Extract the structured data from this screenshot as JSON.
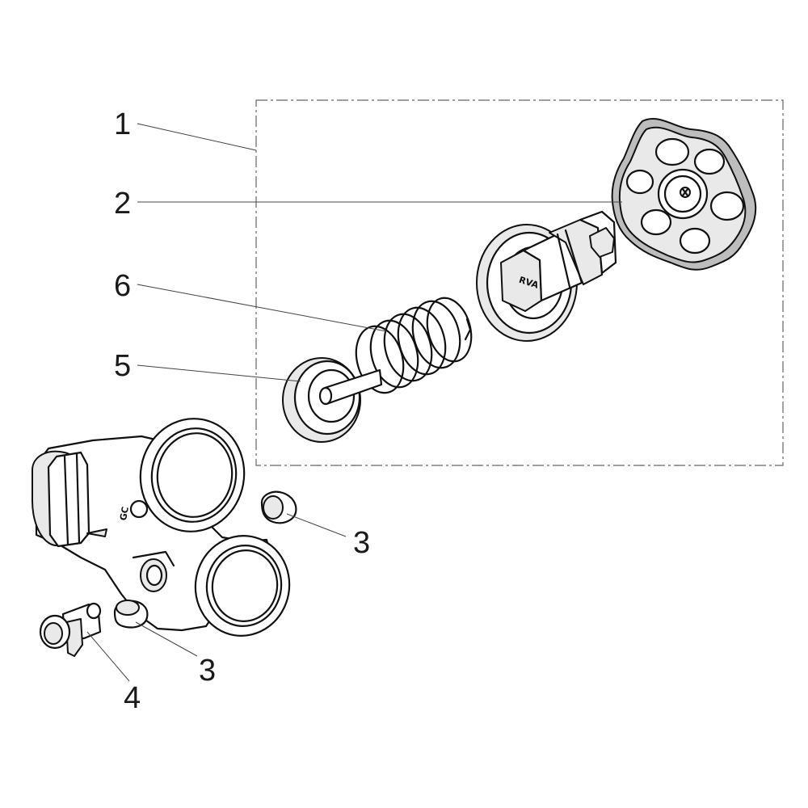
{
  "callouts": [
    {
      "id": "1",
      "text": "1"
    },
    {
      "id": "2",
      "text": "2"
    },
    {
      "id": "6",
      "text": "6"
    },
    {
      "id": "5",
      "text": "5"
    },
    {
      "id": "3a",
      "text": "3"
    },
    {
      "id": "3b",
      "text": "3"
    },
    {
      "id": "4",
      "text": "4"
    }
  ],
  "markings": {
    "stem_text": "RVA",
    "body_text": "GC"
  },
  "colors": {
    "line": "#111111",
    "leader": "#444444",
    "background": "#ffffff"
  }
}
